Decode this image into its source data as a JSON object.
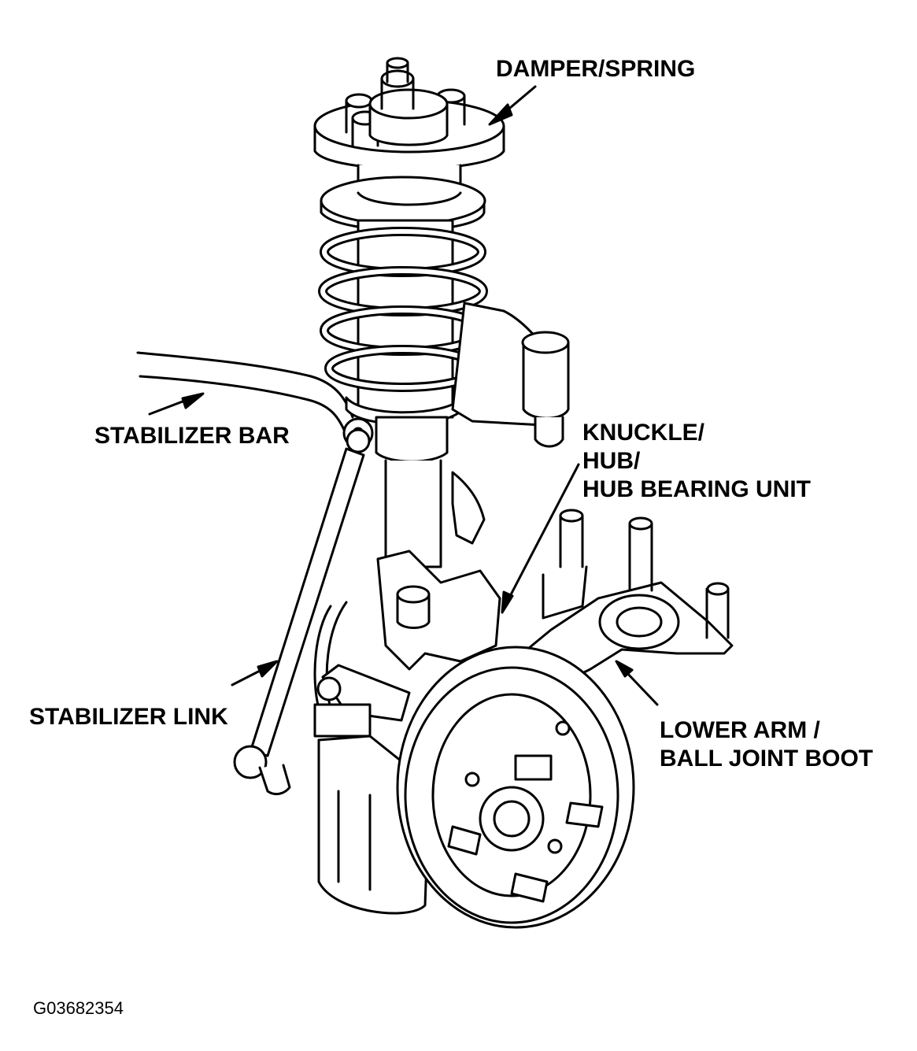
{
  "labels": {
    "damper_spring": "DAMPER/SPRING",
    "stabilizer_bar": "STABILIZER BAR",
    "knuckle": [
      "KNUCKLE/",
      "HUB/",
      "HUB BEARING UNIT"
    ],
    "stabilizer_link": "STABILIZER LINK",
    "lower_arm": [
      "LOWER ARM /",
      "BALL JOINT BOOT"
    ]
  },
  "figure_code": "G03682354"
}
